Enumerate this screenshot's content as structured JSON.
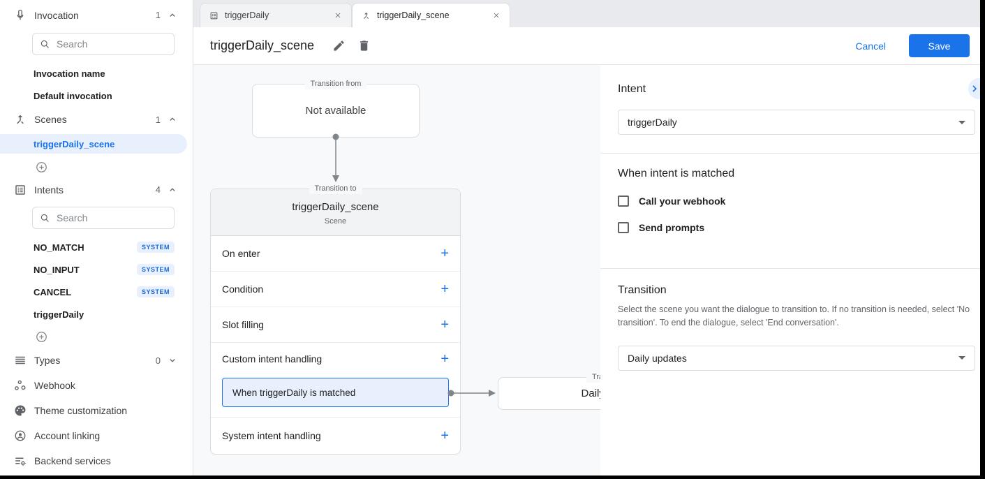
{
  "colors": {
    "accent": "#1a73e8",
    "accent_light": "#e8f0fe",
    "canvas_bg": "#f8f9fa",
    "badge_text": "#1967d2"
  },
  "sidebar": {
    "invocation": {
      "label": "Invocation",
      "count": "1",
      "search_placeholder": "Search",
      "items": [
        {
          "label": "Invocation name"
        },
        {
          "label": "Default invocation"
        }
      ]
    },
    "scenes": {
      "label": "Scenes",
      "count": "1",
      "selected_item": "triggerDaily_scene"
    },
    "intents": {
      "label": "Intents",
      "count": "4",
      "search_placeholder": "Search",
      "items": [
        {
          "label": "NO_MATCH",
          "badge": "SYSTEM"
        },
        {
          "label": "NO_INPUT",
          "badge": "SYSTEM"
        },
        {
          "label": "CANCEL",
          "badge": "SYSTEM"
        },
        {
          "label": "triggerDaily",
          "badge": ""
        }
      ]
    },
    "types": {
      "label": "Types",
      "count": "0"
    },
    "links": [
      {
        "label": "Webhook"
      },
      {
        "label": "Theme customization"
      },
      {
        "label": "Account linking"
      },
      {
        "label": "Backend services"
      }
    ]
  },
  "tabs": [
    {
      "label": "triggerDaily"
    },
    {
      "label": "triggerDaily_scene"
    }
  ],
  "header": {
    "title": "triggerDaily_scene",
    "cancel_label": "Cancel",
    "save_label": "Save"
  },
  "canvas": {
    "transition_from": {
      "legend": "Transition from",
      "content": "Not available"
    },
    "scene_card": {
      "legend": "Transition to",
      "title": "triggerDaily_scene",
      "subtitle": "Scene",
      "add_label": "+",
      "rows": [
        {
          "label": "On enter"
        },
        {
          "label": "Condition"
        },
        {
          "label": "Slot filling"
        },
        {
          "label": "Custom intent handling"
        },
        {
          "label": "System intent handling"
        }
      ],
      "handler": "When triggerDaily is matched"
    },
    "target_card": {
      "legend": "Transition to",
      "content": "Daily updates"
    }
  },
  "panel": {
    "intent": {
      "heading": "Intent",
      "value": "triggerDaily"
    },
    "matched": {
      "heading": "When intent is matched",
      "checkboxes": [
        {
          "label": "Call your webhook"
        },
        {
          "label": "Send prompts"
        }
      ]
    },
    "transition": {
      "heading": "Transition",
      "description": "Select the scene you want the dialogue to transition to. If no transition is needed, select 'No transition'. To end the dialogue, select 'End conversation'.",
      "value": "Daily updates"
    }
  }
}
